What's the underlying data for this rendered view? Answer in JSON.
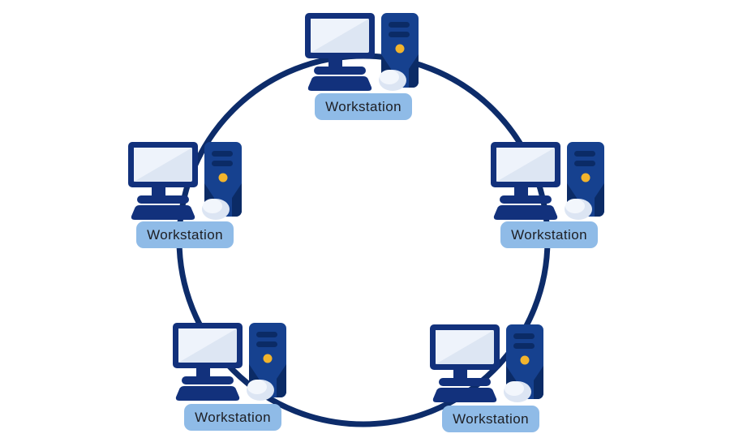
{
  "diagram": {
    "type": "ring-topology",
    "node_count": 5,
    "nodes": [
      {
        "id": "top",
        "label": "Workstation"
      },
      {
        "id": "upper-left",
        "label": "Workstation"
      },
      {
        "id": "upper-right",
        "label": "Workstation"
      },
      {
        "id": "lower-left",
        "label": "Workstation"
      },
      {
        "id": "lower-right",
        "label": "Workstation"
      }
    ],
    "node_icon": "desktop-computer-with-tower-icon",
    "link_shape": "circle",
    "colors": {
      "ring_link": "#0d2c6a",
      "monitor_frame": "#12317c",
      "tower_body": "#16418f",
      "tower_panel_dark": "#0b2b66",
      "screen": "#dde6f3",
      "screen_highlight": "#eef3fb",
      "mouse": "#dce5f3",
      "mouse_highlight": "#f2f6fc",
      "power_button": "#f2b42d",
      "label_background": "#8fbbe7",
      "label_text": "#1d1e23",
      "page_background": "#ffffff"
    }
  }
}
